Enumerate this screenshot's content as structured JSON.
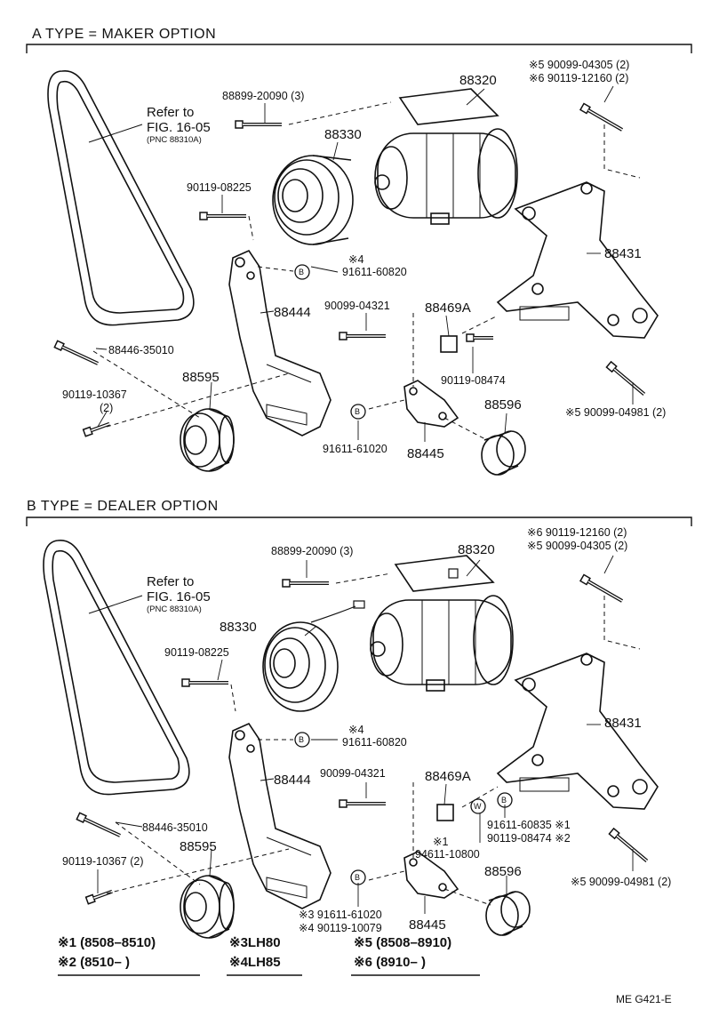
{
  "diagram": {
    "code": "ME  G421-E",
    "sections": [
      {
        "title": "A  TYPE = MAKER  OPTION",
        "labels": {
          "refer": "Refer to",
          "fig": "FIG. 16-05",
          "pnc": "(PNC 88310A)",
          "bolt1": "88899-20090 (3)",
          "compressor": "88320",
          "clutch": "88330",
          "bolt2": "90119-08225",
          "star4": "※4",
          "bolt3": "91611-60820",
          "bracket1": "88444",
          "bolt4": "90099-04321",
          "spacer": "88469A",
          "bolt5": "88446-35010",
          "idler": "88595",
          "bolt6": "90119-10367",
          "bolt6qty": "(2)",
          "bracket2": "88431",
          "star5a": "※5  90099-04305 (2)",
          "star6a": "※6  90119-12160 (2)",
          "bolt7": "90119-08474",
          "star5b": "※5  90099-04981 (2)",
          "pulley": "88596",
          "bolt8": "91611-61020",
          "bracket3": "88445",
          "circleB1": "B",
          "circleB2": "B"
        }
      },
      {
        "title": "B  TYPE = DEALER  OPTION",
        "labels": {
          "refer": "Refer to",
          "fig": "FIG. 16-05",
          "pnc": "(PNC 88310A)",
          "bolt1": "88899-20090 (3)",
          "compressor": "88320",
          "clutch": "88330",
          "bolt2": "90119-08225",
          "star4": "※4",
          "bolt3": "91611-60820",
          "bracket1": "88444",
          "bolt4": "90099-04321",
          "spacer": "88469A",
          "bolt5": "88446-35010",
          "idler": "88595",
          "bolt6": "90119-10367 (2)",
          "bracket2": "88431",
          "star6a": "※6  90119-12160 (2)",
          "star5a": "※5  90099-04305 (2)",
          "bolt9": "91611-60835 ※1",
          "bolt7": "90119-08474 ※2",
          "star1": "※1",
          "washer": "94611-10800",
          "star5b": "※5  90099-04981 (2)",
          "pulley": "88596",
          "star3bolt": "※3 91611-61020",
          "star4bolt": "※4 90119-10079",
          "bracket3": "88445",
          "circleB1": "B",
          "circleB2": "B",
          "circleB3": "B",
          "circleW": "W"
        }
      }
    ],
    "notes": {
      "n1": "※1  (8508–8510)",
      "n2": "※2  (8510–        )",
      "n3": "※3LH80",
      "n4": "※4LH85",
      "n5": "※5  (8508–8910)",
      "n6": "※6  (8910–        )"
    }
  }
}
